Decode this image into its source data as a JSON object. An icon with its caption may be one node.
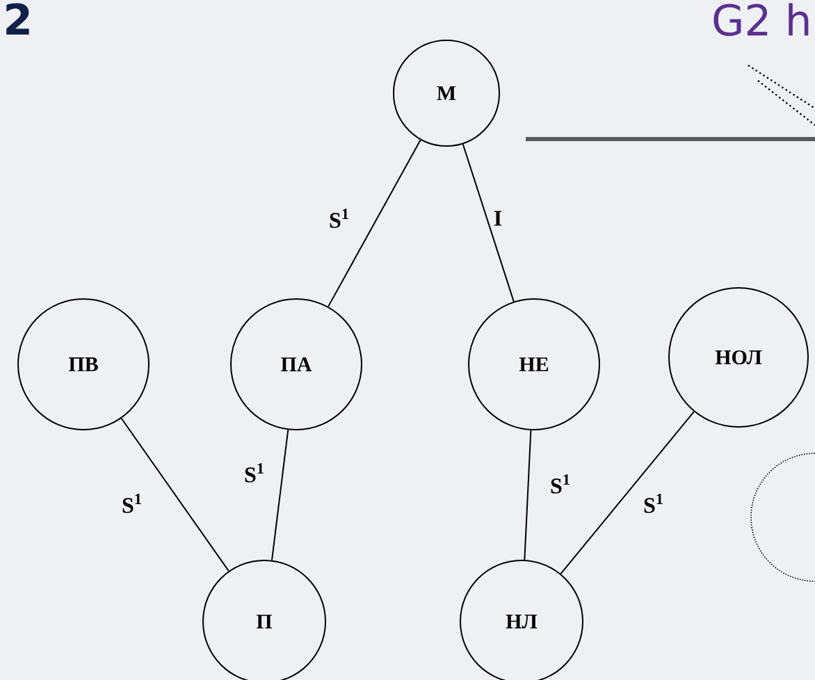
{
  "diagram": {
    "nodes": [
      {
        "text": [
          "М"
        ]
      },
      {
        "text": [
          "ПВ"
        ]
      },
      {
        "text": [
          "ПА"
        ]
      },
      {
        "text": [
          "НЕ"
        ]
      },
      {
        "text": [
          "НОЛ"
        ]
      },
      {
        "text": [
          "П"
        ]
      },
      {
        "text": [
          "НЛ"
        ]
      }
    ],
    "edges": [
      {
        "from": 0,
        "to": 2,
        "arrow": "none",
        "label": "S$^{1}$"
      },
      {
        "from": 0,
        "to": 3,
        "arrow": "none",
        "label": "I"
      },
      {
        "from": 1,
        "to": 5,
        "arrow": "none",
        "label": "S$^{1}$"
      },
      {
        "from": 2,
        "to": 5,
        "arrow": "none",
        "label": "S$^{1}$"
      },
      {
        "from": 3,
        "to": 6,
        "arrow": "none",
        "label": "S$^{1}$"
      },
      {
        "from": 4,
        "to": 6,
        "arrow": "none",
        "label": "S$^{1}$"
      }
    ],
    "labels": [
      "2",
      "G2 h"
    ]
  }
}
